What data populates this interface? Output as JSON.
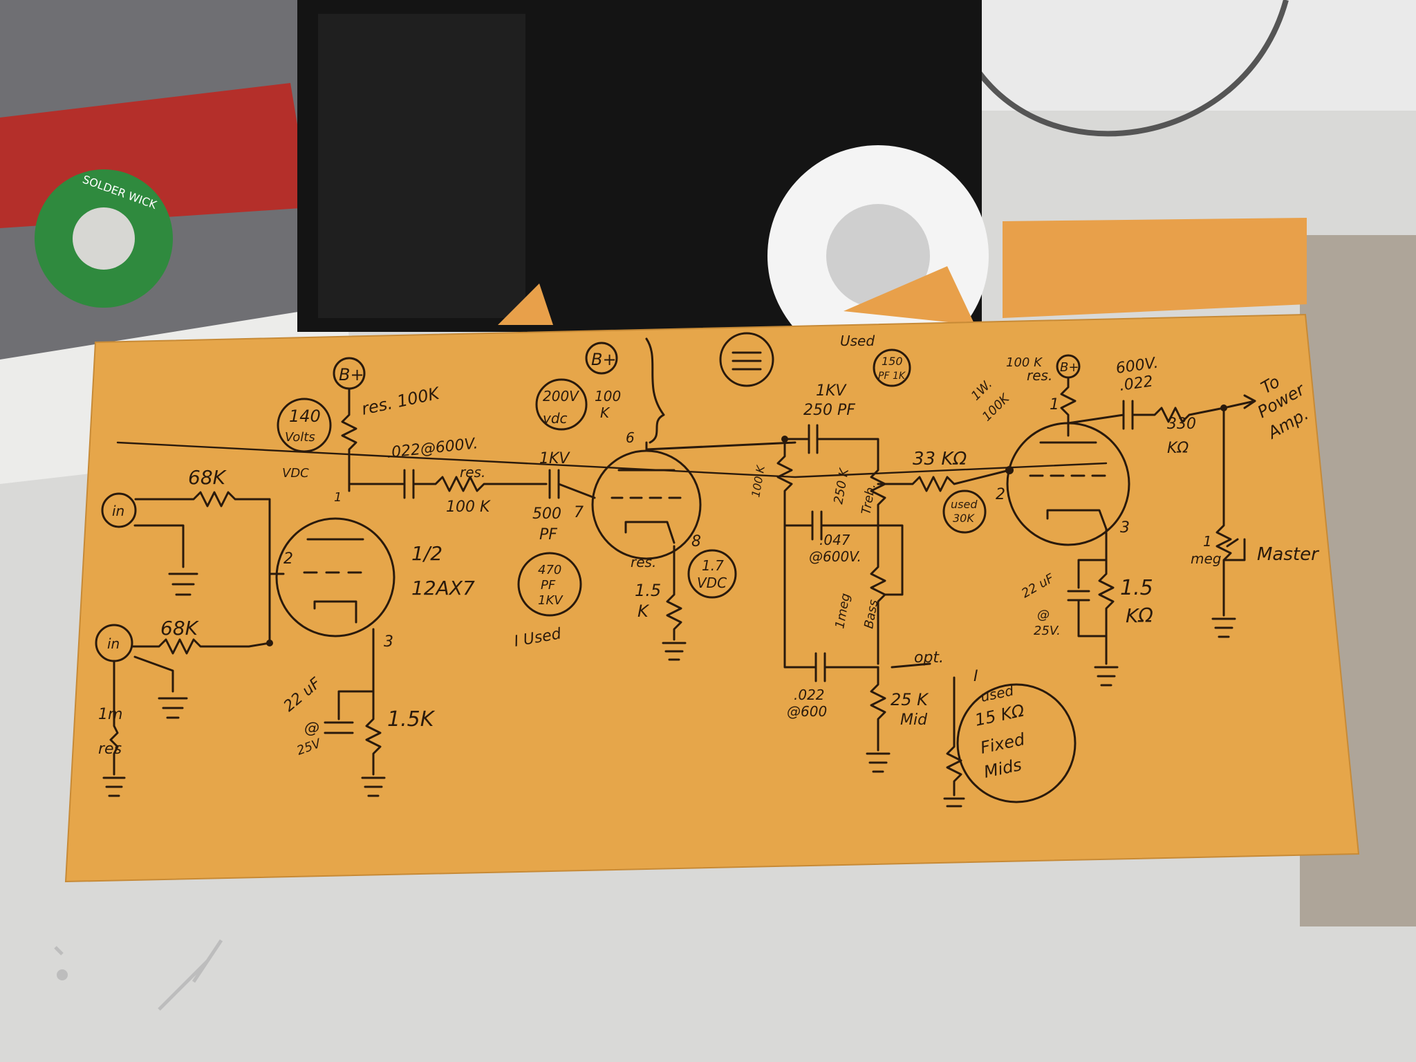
{
  "photo": {
    "paper_color": "#e6a64a",
    "ink_color": "#2a1a0c",
    "background_color": "#d9d9d7",
    "props": [
      "computer-case",
      "solder-wick-spool",
      "tape-roll",
      "scattered-papers",
      "solder-scraps"
    ]
  },
  "props_text": {
    "spool_label": "SOLDER WICK"
  },
  "labels": {
    "bplus_1": "B+",
    "bplus_2": "B+",
    "bplus_3": "B+",
    "supply_voltage": "140",
    "supply_volts": "Volts",
    "supply_vdc": "VDC",
    "res_100k": "res. 100K",
    "cap_022_600": ".022@600V.",
    "res_100k_series_a": "res.",
    "res_100k_series_b": "100 K",
    "cap_1kv": "1KV",
    "cap_500pf_a": "500",
    "cap_500pf_b": "PF",
    "used_470_a": "470",
    "used_470_b": "PF",
    "used_470_c": "1KV",
    "i_used": "I Used",
    "res_68k_top": "68K",
    "res_68k_bottom": "68K",
    "jack_top": "in",
    "jack_bottom": "in",
    "res_1meg_a": "1m",
    "res_1meg_b": "res",
    "half_12ax7_a": "1/2",
    "half_12ax7_b": "12AX7",
    "pin1": "1",
    "pin2": "2",
    "pin3": "3",
    "cap_22uf_a": "22 uF",
    "cap_22uf_b": "@",
    "cap_22uf_c": "25V",
    "res_1_5k": "1.5K",
    "vdc_200_a": "200V",
    "vdc_200_b": "vdc",
    "res_100k_v2_a": "100",
    "res_100k_v2_b": "K",
    "pin6": "6",
    "pin7": "7",
    "pin8": "8",
    "cathode_res_a": "res.",
    "cathode_res_b": "1.5",
    "cathode_res_c": "K",
    "vdc_1_7_a": "1.7",
    "vdc_1_7_b": "VDC",
    "used_a": "Used",
    "pf_150_a": "150",
    "pf_150_b": "PF 1K",
    "cap_1kv_250_a": "1KV",
    "cap_1kv_250_b": "250 PF",
    "res_100k_tone": "100 K",
    "pot_250k_a": "250 K",
    "pot_250k_b": "Treb.",
    "cap_047_a": ".047",
    "cap_047_b": "@600V.",
    "pot_1meg_a": "1meg",
    "pot_1meg_b": "Bass",
    "cap_022_600b_a": ".022",
    "cap_022_600b_b": "@600",
    "pot_25k_a": "25 K",
    "pot_25k_b": "Mid",
    "opt": "opt.",
    "i_mark": "I",
    "fixed_mids_a": "used",
    "fixed_mids_b": "15 KΩ",
    "fixed_mids_c": "Fixed",
    "fixed_mids_d": "Mids",
    "res_33k": "33 KΩ",
    "used_30k_a": "used",
    "used_30k_b": "30K",
    "res_1w_a": "1W.",
    "res_1w_b": "100K",
    "res_1w_c": "res.",
    "res_100k_top": "100 K",
    "pin1_b": "1",
    "pin2_b": "2",
    "pin3_b": "3",
    "cap_22uf2_a": "22 uF",
    "cap_22uf2_b": "@",
    "cap_22uf2_c": "25V.",
    "res_1_5k_b_a": "1.5",
    "res_1_5k_b_b": "KΩ",
    "cap_600v_a": "600V.",
    "cap_600v_b": ".022",
    "res_330k_a": "330",
    "res_330k_b": "KΩ",
    "to_power_a": "To",
    "to_power_b": "Power",
    "to_power_c": "Amp.",
    "pot_1meg_master_a": "1",
    "pot_1meg_master_b": "meg",
    "master": "Master"
  }
}
